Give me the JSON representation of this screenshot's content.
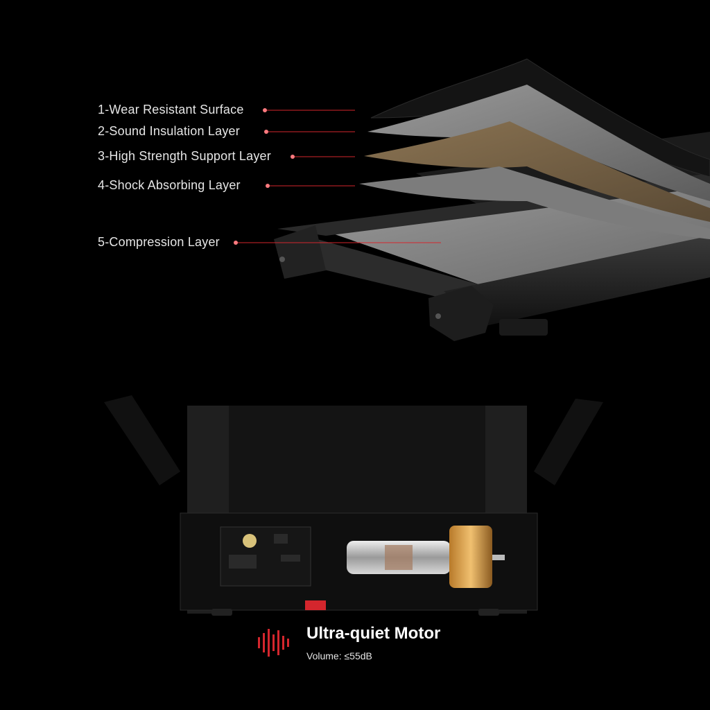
{
  "layers": [
    {
      "label": "1-Wear Resistant Surface"
    },
    {
      "label": "2-Sound Insulation Layer"
    },
    {
      "label": "3-High Strength Support Layer"
    },
    {
      "label": "4-Shock Absorbing Layer"
    },
    {
      "label": "5-Compression Layer"
    }
  ],
  "feature": {
    "title": "Ultra-quiet Motor",
    "subtitle": "Volume: ≤55dB",
    "icon": "sound-wave-icon"
  },
  "colors": {
    "background": "#000000",
    "accent": "#d4262d",
    "text": "#e6e6e6"
  }
}
